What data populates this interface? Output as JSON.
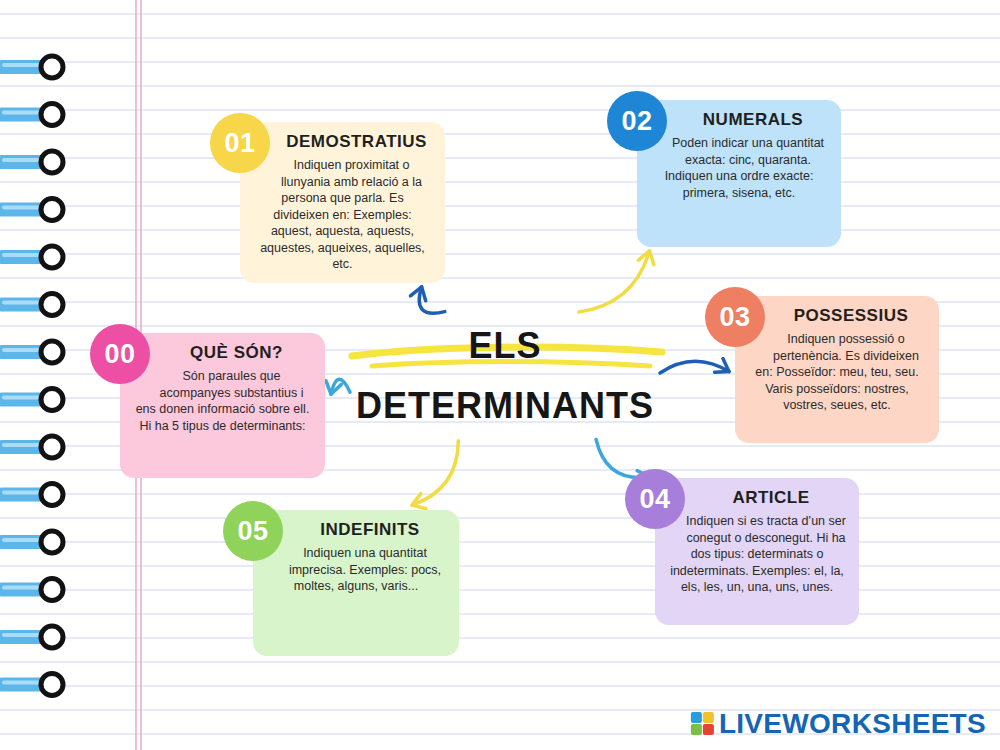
{
  "diagram": {
    "nodes": [
      {
        "text": [
          "ELS DETERMINANTS"
        ]
      },
      {
        "text": [
          "QUÈ SÓN?",
          "Són paraules que acompanyes substantius i ens donen informació sobre ell. Hi ha 5 tipus de determinants:"
        ]
      },
      {
        "text": [
          "00"
        ],
        "in": 1
      },
      {
        "text": [
          "DEMOSTRATIUS",
          "Indiquen proximitat o llunyania amb relació a la persona que parla. Es divideixen en: Exemples: aquest, aquesta, aquests, aquestes, aqueixes, aquelles, etc."
        ]
      },
      {
        "text": [
          "01"
        ],
        "in": 3
      },
      {
        "text": [
          "NUMERALS",
          "Poden indicar una quantitat exacta: cinc, quaranta. Indiquen una ordre exacte: primera, sisena, etc."
        ]
      },
      {
        "text": [
          "02"
        ],
        "in": 5
      },
      {
        "text": [
          "POSSESSIUS",
          "Indiquen possessió o pertenència. Es divideixen en: Posseïdor: meu, teu, seu. Varis posseïdors: nostres, vostres, seues, etc."
        ]
      },
      {
        "text": [
          "03"
        ],
        "in": 7
      },
      {
        "text": [
          "ARTICLE",
          "Indiquen si es tracta d’un ser conegut o desconegut. Hi ha dos tipus: determinats o indeterminats. Exemples: el, la, els, les, un, una, uns, unes."
        ]
      },
      {
        "text": [
          "04"
        ],
        "in": 9
      },
      {
        "text": [
          "INDEFINITS",
          "Indiquen una quantitat imprecisa. Exemples: pocs, moltes, alguns, varis..."
        ]
      },
      {
        "text": [
          "05"
        ],
        "in": 11
      }
    ],
    "edges": [
      {
        "from": 0,
        "to": 1,
        "arrow": "to"
      },
      {
        "from": 0,
        "to": 3,
        "arrow": "to"
      },
      {
        "from": 0,
        "to": 5,
        "arrow": "to"
      },
      {
        "from": 0,
        "to": 7,
        "arrow": "to"
      },
      {
        "from": 0,
        "to": 9,
        "arrow": "to"
      },
      {
        "from": 0,
        "to": 11,
        "arrow": "to"
      }
    ],
    "labels": [
      "LIVEWORKSHEETS"
    ]
  }
}
